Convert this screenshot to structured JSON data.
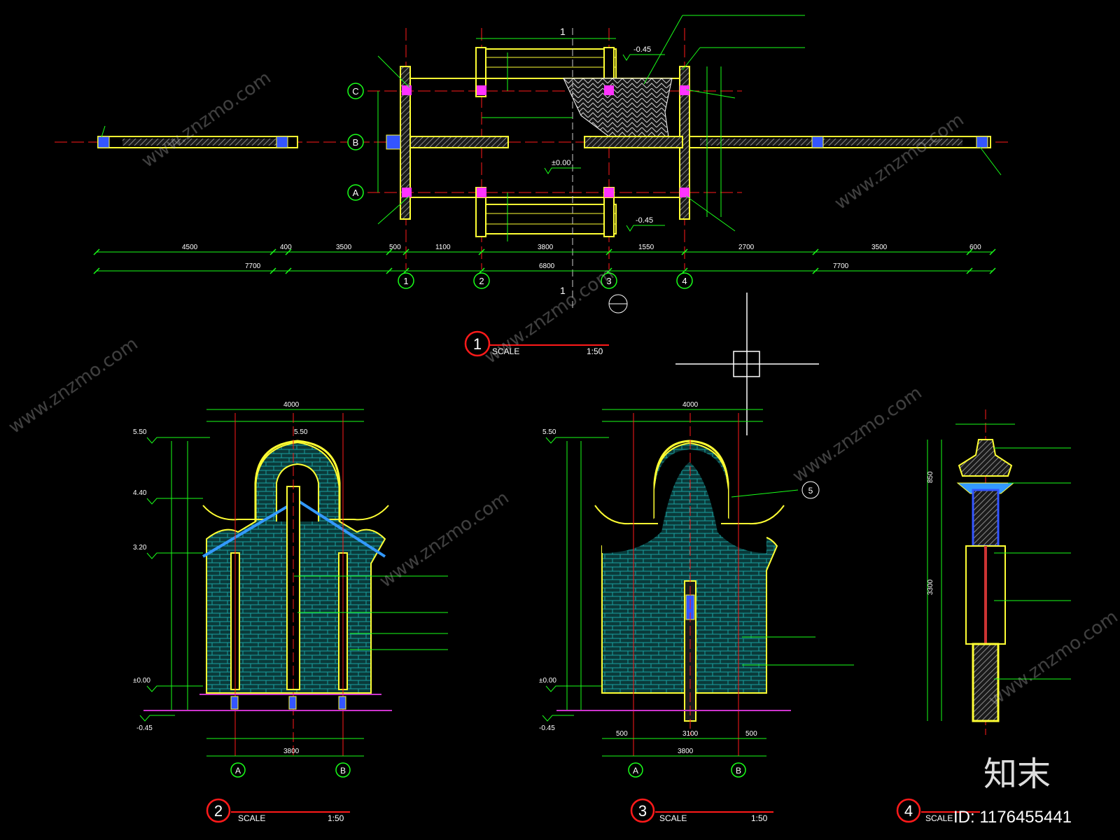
{
  "colors": {
    "background": "#000000",
    "axis": "#ff1a1a",
    "dimension": "#19ff19",
    "wall": "#ffff33",
    "masonry": "#1aa0a0",
    "column": "#ff33ff",
    "cursor": "#ffffff",
    "ground": "#cc33cc"
  },
  "plan": {
    "grid_rows": [
      "C",
      "B",
      "A"
    ],
    "grid_cols": [
      "1",
      "2",
      "3",
      "4"
    ],
    "elev_outer_top": "-0.45",
    "elev_outer_bottom": "-0.45",
    "elev_center": "±0.00",
    "section_mark": "1",
    "section_mark_bottom": "1",
    "dims_row1": [
      "4500",
      "400",
      "3500",
      "500",
      "1100",
      "3800",
      "1550",
      "2700",
      "3500",
      "600"
    ],
    "dims_total_left": "7700",
    "dims_total_mid": "6800",
    "dims_total_right": "7700",
    "title_number": "1",
    "scale_label": "SCALE",
    "scale_value": "1:50"
  },
  "drawing2": {
    "grid": [
      "A",
      "B"
    ],
    "elev_top": "5.50",
    "elev_ridge": "5.50",
    "elev_eave": "4.40",
    "elev_mid": "3.20",
    "elev_base": "±0.00",
    "elev_ground": "-0.45",
    "dims_top_total": "4000",
    "dims_bottom_total": "3800",
    "title_number": "2",
    "scale_label": "SCALE",
    "scale_value": "1:50"
  },
  "drawing3": {
    "grid": [
      "A",
      "B"
    ],
    "elev_top": "5.50",
    "elev_base": "±0.00",
    "elev_ground": "-0.45",
    "detail_mark": "5",
    "dims_top_total": "4000",
    "dims_bottom": [
      "500",
      "3100",
      "500"
    ],
    "dims_bottom_total": "3800",
    "title_number": "3",
    "scale_label": "SCALE",
    "scale_value": "1:50"
  },
  "drawing4": {
    "dims_side": [
      "850",
      "3300"
    ],
    "title_number": "4",
    "scale_label": "SCALE"
  },
  "watermark": {
    "site": "www.znzmo.com",
    "logo_text": "知末",
    "id_text": "ID: 1176455441"
  }
}
